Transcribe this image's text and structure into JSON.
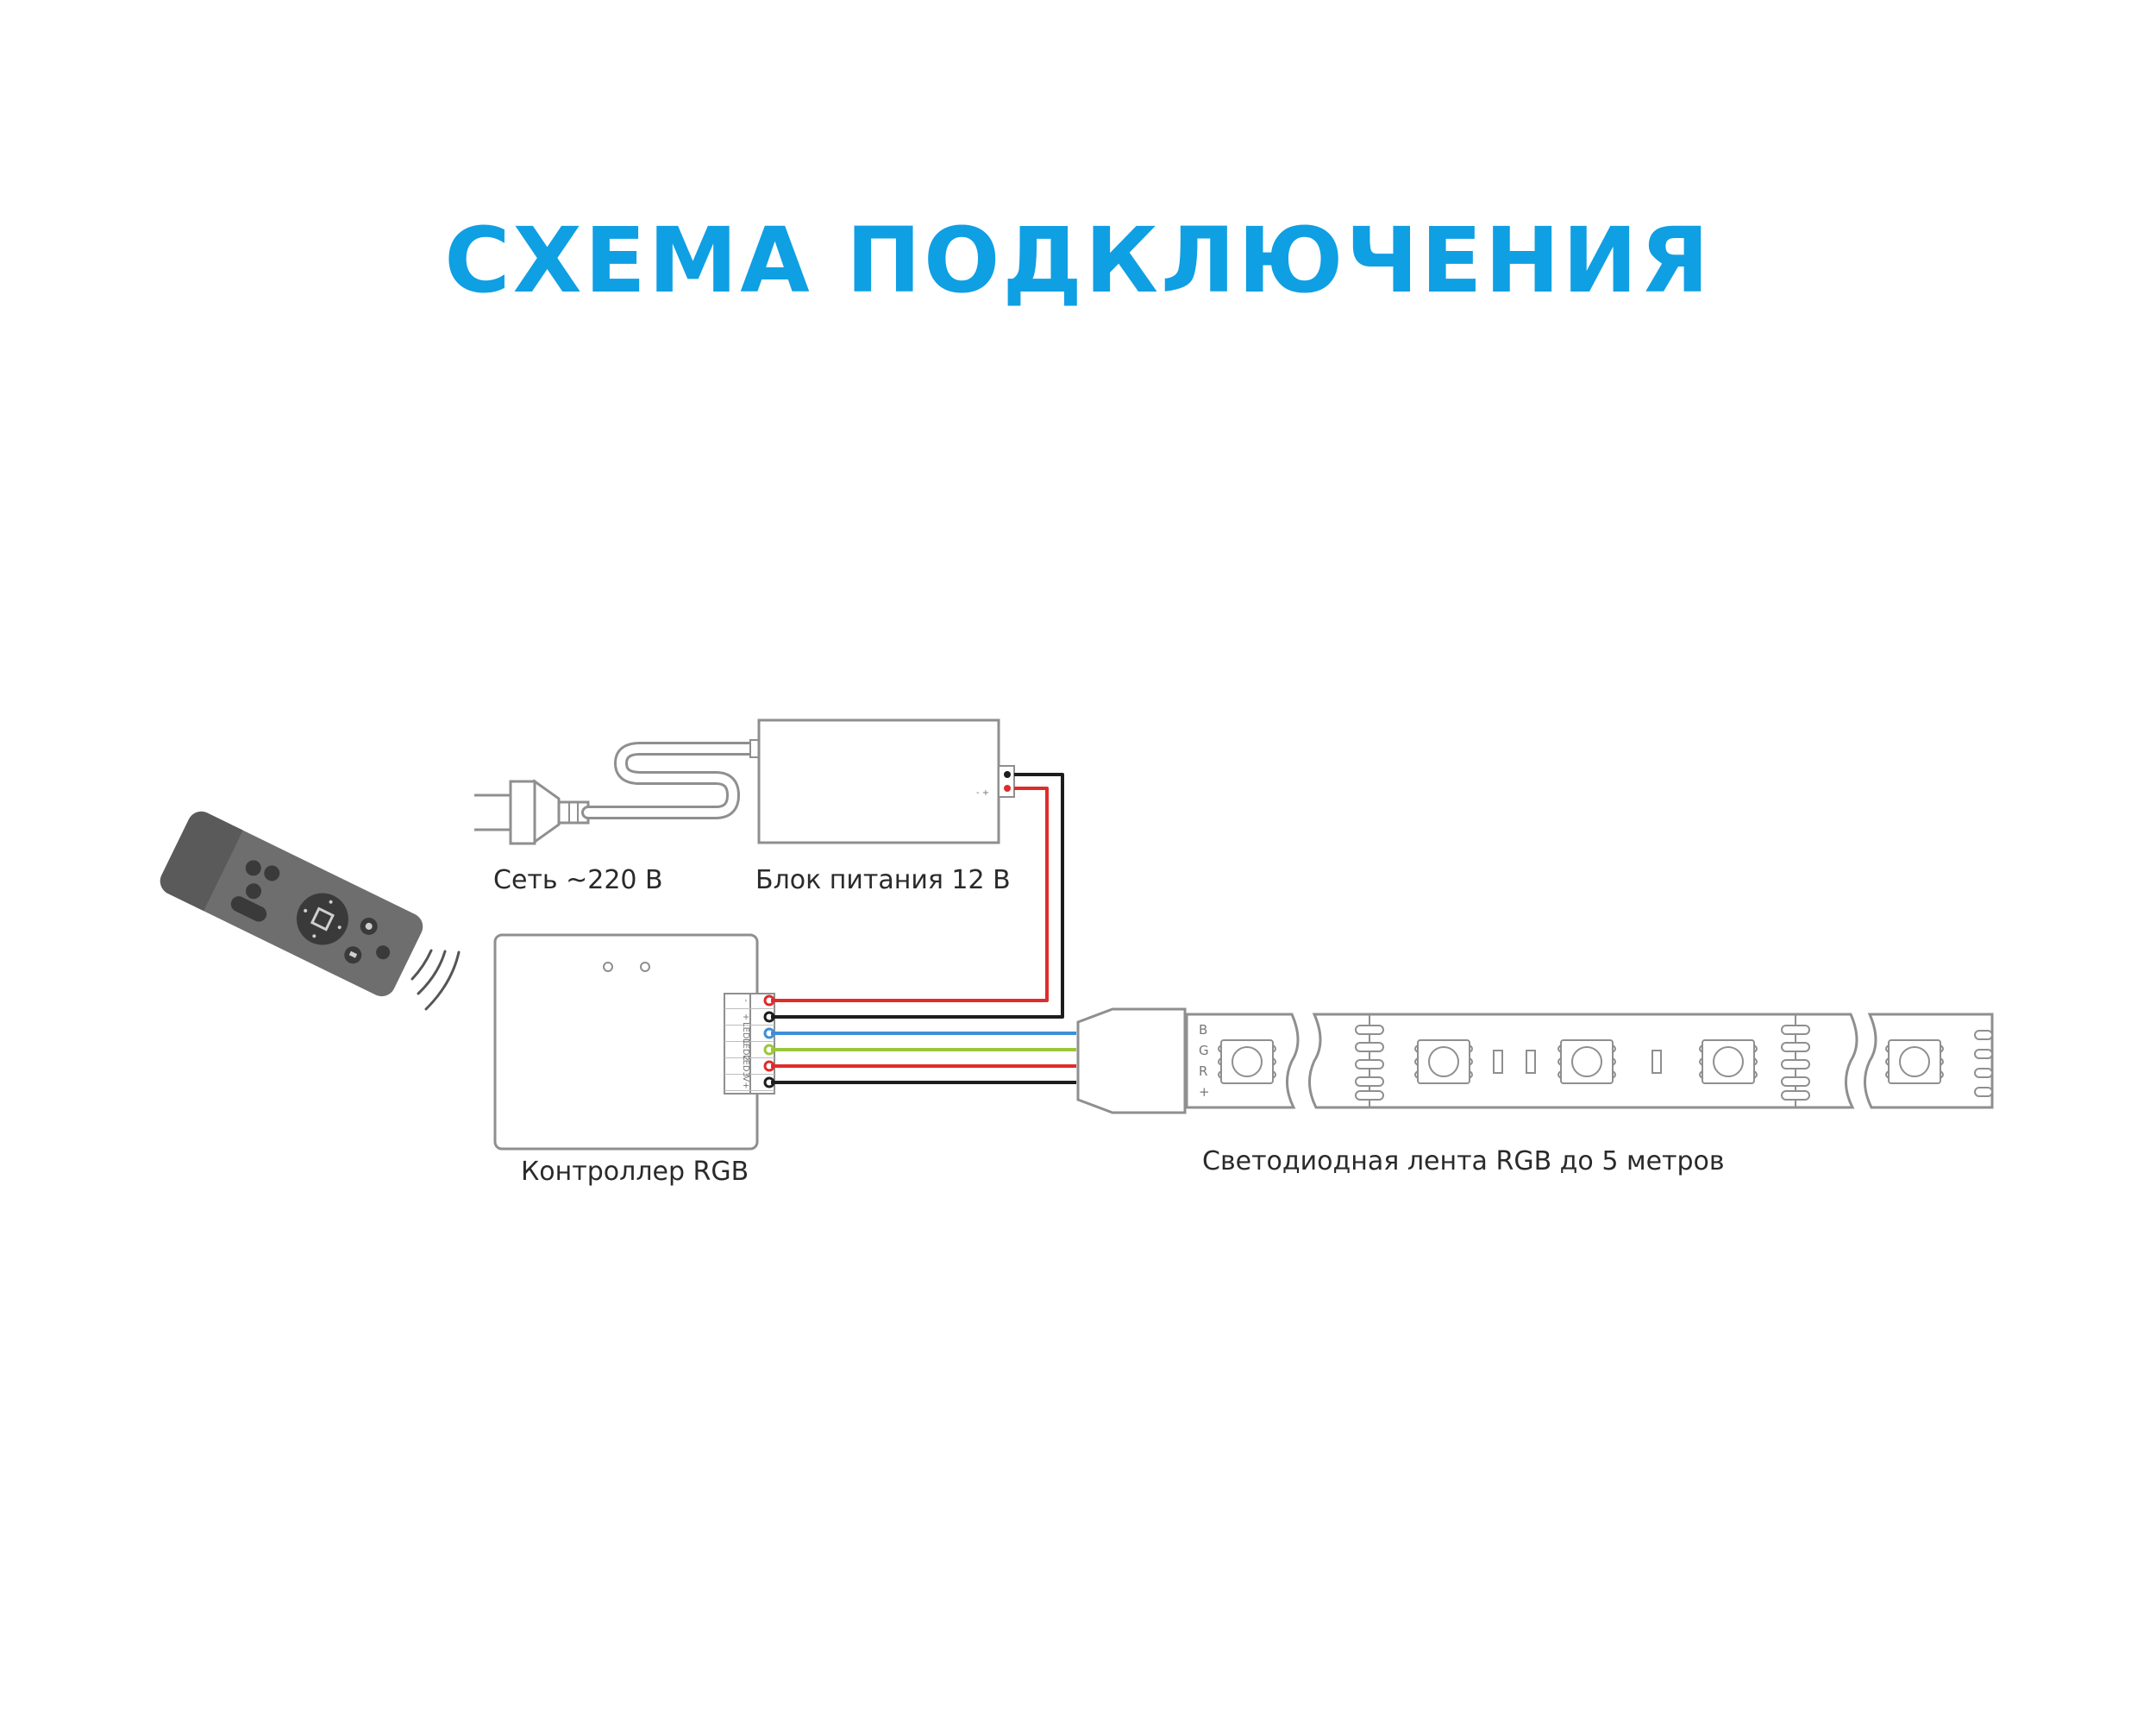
{
  "title": "СХЕМА ПОДКЛЮЧЕНИЯ",
  "labels": {
    "mains": "Сеть ~220 В",
    "power_supply": "Блок питания 12 В",
    "controller": "Контроллер RGB",
    "led_strip": "Светодиодная лента RGB до 5 метров"
  },
  "strip_pins": [
    "B",
    "G",
    "R",
    "+"
  ],
  "controller_pins": [
    "-",
    "+",
    "LED1",
    "LED2",
    "LED3",
    "V+"
  ],
  "psu_pins": "- +",
  "colors": {
    "accent": "#0f9fe3",
    "wire_red": "#e02b2b",
    "wire_black": "#1d1d1d",
    "wire_blue": "#3b8fd8",
    "wire_green": "#9bc63b",
    "outline": "#8f8f8f",
    "remote": "#6e6e6e"
  }
}
